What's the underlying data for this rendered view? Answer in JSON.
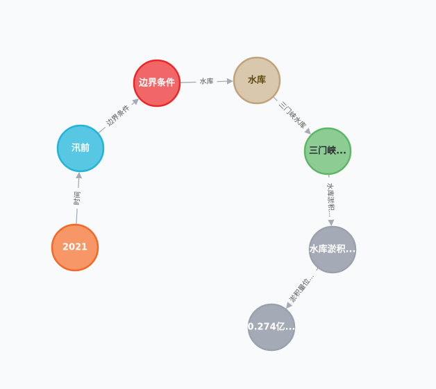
{
  "graph": {
    "nodes": [
      {
        "id": "n2021",
        "label": "2021",
        "fill": "#f79767",
        "stroke": "#f36924",
        "text_color": "#ffffff"
      },
      {
        "id": "nxunqian",
        "label": "汛前",
        "fill": "#57c7e3",
        "stroke": "#23b3d7",
        "text_color": "#ffffff"
      },
      {
        "id": "nbianjie",
        "label": "边界条件",
        "fill": "#f16667",
        "stroke": "#eb2728",
        "text_color": "#ffffff"
      },
      {
        "id": "nshuiku",
        "label": "水库",
        "fill": "#d9c8ae",
        "stroke": "#c0a378",
        "text_color": "#604a0e"
      },
      {
        "id": "nsanmen",
        "label": "三门峡...",
        "fill": "#8dcc93",
        "stroke": "#5db665",
        "text_color": "#2a2c34"
      },
      {
        "id": "nyuji",
        "label": "水库淤积...",
        "fill": "#a5abb6",
        "stroke": "#9aa1ac",
        "text_color": "#ffffff"
      },
      {
        "id": "nvalue",
        "label": "0.274亿...",
        "fill": "#a5abb6",
        "stroke": "#9aa1ac",
        "text_color": "#ffffff"
      }
    ],
    "edges": [
      {
        "id": "e1",
        "source": "n2021",
        "target": "nxunqian",
        "label": "时间"
      },
      {
        "id": "e2",
        "source": "nxunqian",
        "target": "nbianjie",
        "label": "边界条件"
      },
      {
        "id": "e3",
        "source": "nbianjie",
        "target": "nshuiku",
        "label": "水库"
      },
      {
        "id": "e4",
        "source": "nshuiku",
        "target": "nsanmen",
        "label": "三门峡水库"
      },
      {
        "id": "e5",
        "source": "nsanmen",
        "target": "nyuji",
        "label": "水库淤积..."
      },
      {
        "id": "e6",
        "source": "nyuji",
        "target": "nvalue",
        "label": "淤积量位..."
      }
    ]
  }
}
